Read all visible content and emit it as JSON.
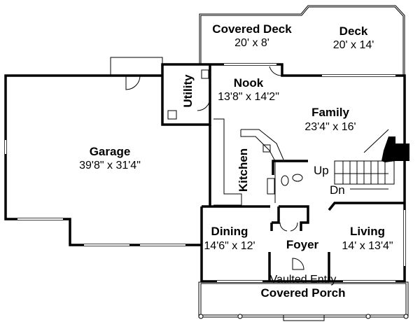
{
  "title": "Floor Plan",
  "rooms": {
    "covered_deck": {
      "name": "Covered Deck",
      "size": "20' x 8'"
    },
    "deck": {
      "name": "Deck",
      "size": "20' x 14'"
    },
    "utility": {
      "name": "Utility"
    },
    "nook": {
      "name": "Nook",
      "size": "13'8\" x 14'2\""
    },
    "family": {
      "name": "Family",
      "size": "23'4\" x 16'"
    },
    "garage": {
      "name": "Garage",
      "size": "39'8\" x 31'4\""
    },
    "kitchen": {
      "name": "Kitchen"
    },
    "dining": {
      "name": "Dining",
      "size": "14'6\" x 12'"
    },
    "foyer": {
      "name": "Foyer"
    },
    "living": {
      "name": "Living",
      "size": "14' x 13'4\""
    },
    "porch": {
      "note": "Vaulted Entry",
      "name": "Covered Porch"
    }
  },
  "stairs": {
    "up": "Up",
    "down": "Dn"
  }
}
